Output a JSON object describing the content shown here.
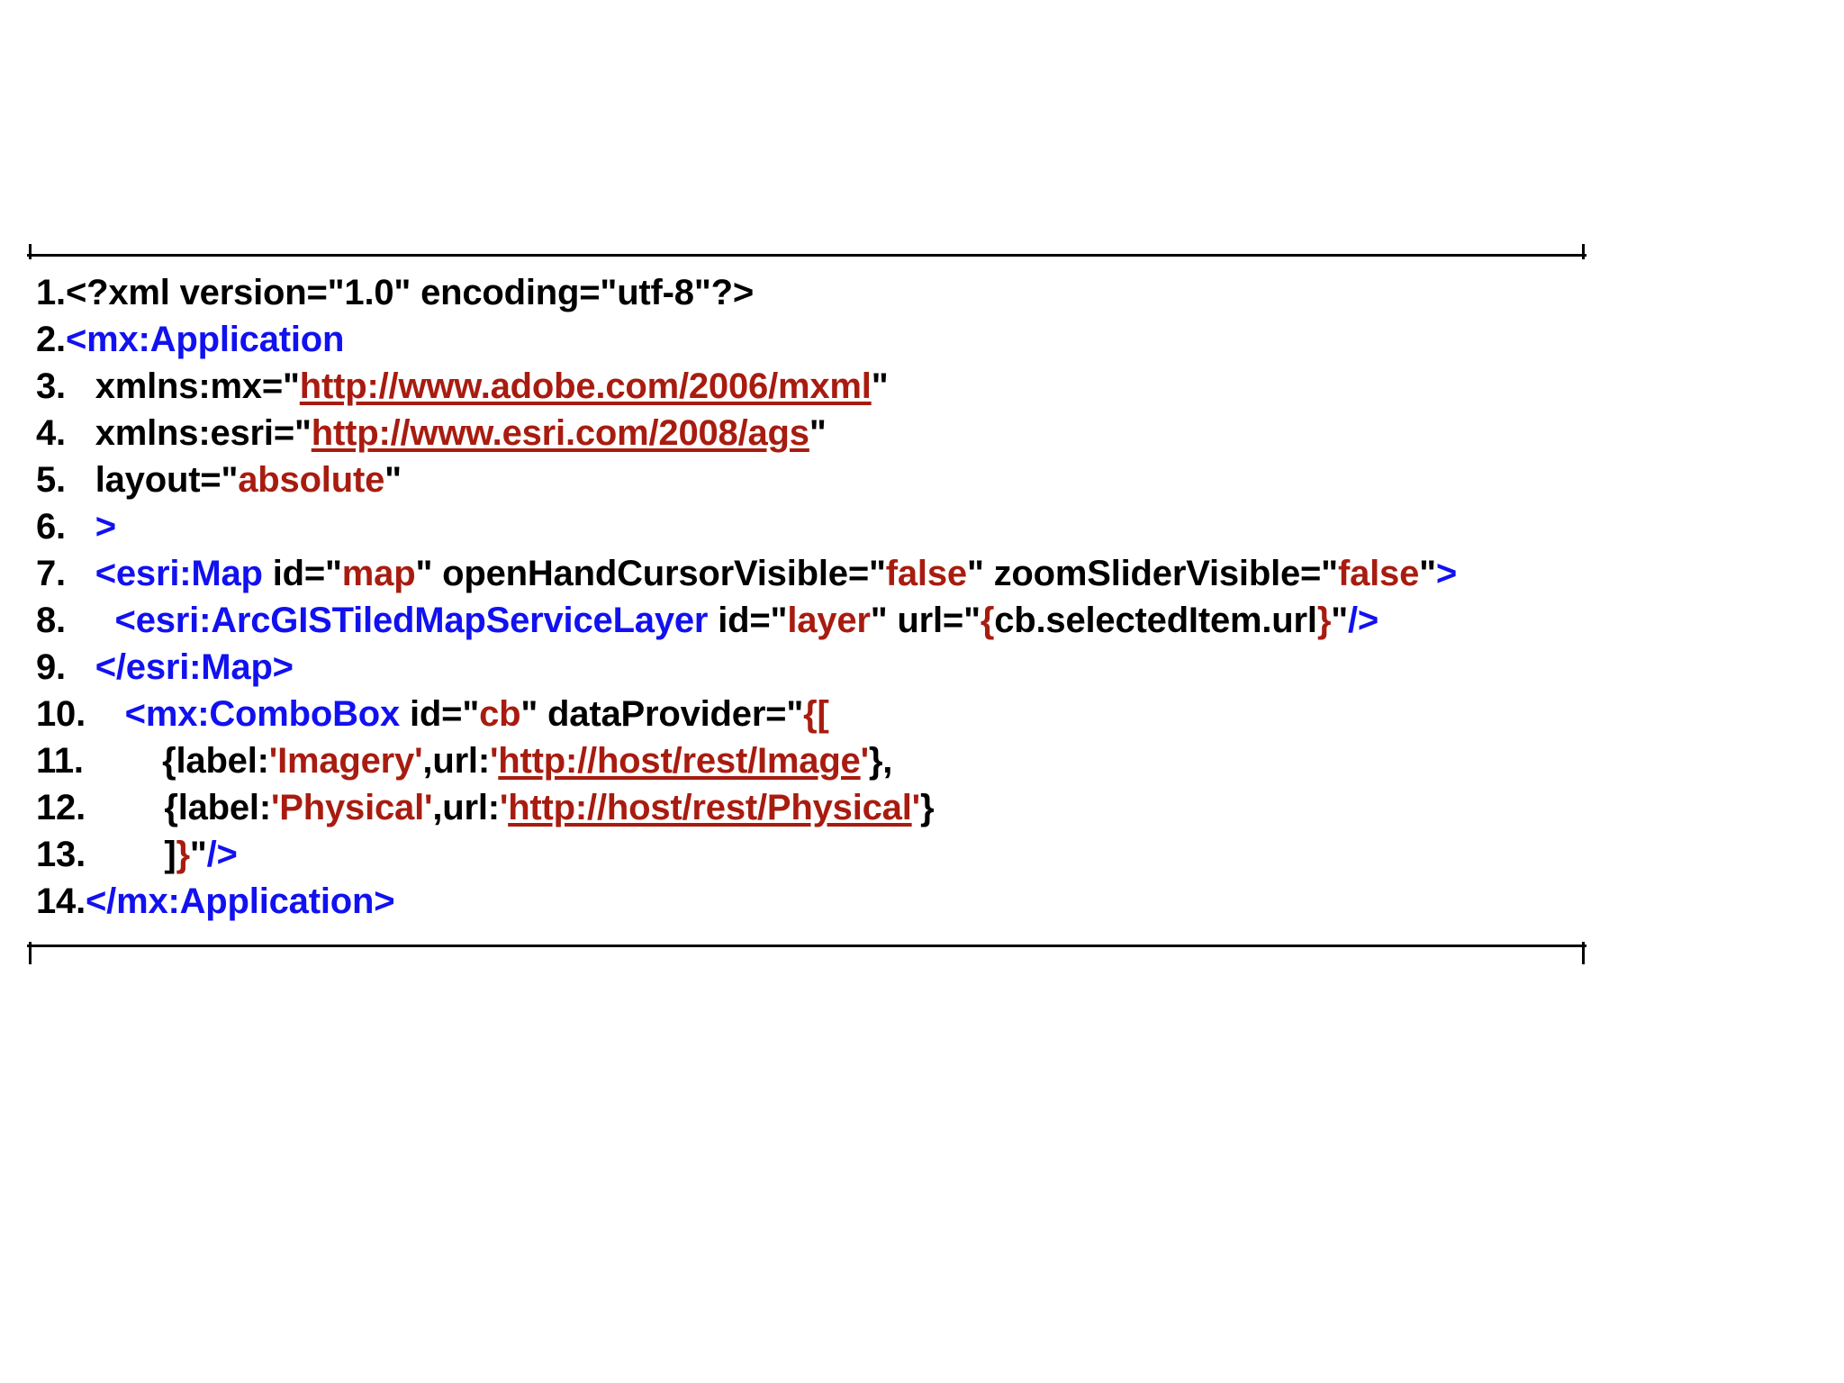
{
  "document": {
    "type": "code-listing",
    "language": "MXML",
    "colors": {
      "tag": "#1111f0",
      "attribute_value": "#a81c10",
      "url": "#a81c10",
      "plain_text": "#000000",
      "frame": "#000000",
      "background": "#ffffff"
    },
    "lines": [
      {
        "number": "1.",
        "indent": "",
        "tokens": [
          {
            "text": "<?xml version=\"1.0\" encoding=\"utf-8\"?>",
            "type": "plain"
          }
        ]
      },
      {
        "number": "2.",
        "indent": "",
        "tokens": [
          {
            "text": "<mx:Application",
            "type": "tag"
          }
        ]
      },
      {
        "number": "3.",
        "indent": "   ",
        "tokens": [
          {
            "text": "xmlns:mx=\"",
            "type": "plain"
          },
          {
            "text": "http://www.adobe.com/2006/mxml",
            "type": "url"
          },
          {
            "text": "\"",
            "type": "plain"
          }
        ]
      },
      {
        "number": "4.",
        "indent": "   ",
        "tokens": [
          {
            "text": "xmlns:esri=\"",
            "type": "plain"
          },
          {
            "text": "http://www.esri.com/2008/ags",
            "type": "url"
          },
          {
            "text": "\"",
            "type": "plain"
          }
        ]
      },
      {
        "number": "5.",
        "indent": "   ",
        "tokens": [
          {
            "text": "layout=\"",
            "type": "plain"
          },
          {
            "text": "absolute",
            "type": "attrval"
          },
          {
            "text": "\"",
            "type": "plain"
          }
        ]
      },
      {
        "number": "6.",
        "indent": "   ",
        "tokens": [
          {
            "text": ">",
            "type": "tag"
          }
        ]
      },
      {
        "number": "7.",
        "indent": "   ",
        "tokens": [
          {
            "text": "<esri:Map",
            "type": "tag"
          },
          {
            "text": " id=\"",
            "type": "plain"
          },
          {
            "text": "map",
            "type": "attrval"
          },
          {
            "text": "\" openHandCursorVisible=\"",
            "type": "plain"
          },
          {
            "text": "false",
            "type": "attrval"
          },
          {
            "text": "\" zoomSliderVisible=\"",
            "type": "plain"
          },
          {
            "text": "false",
            "type": "attrval"
          },
          {
            "text": "\"",
            "type": "plain"
          },
          {
            "text": ">",
            "type": "tag"
          }
        ]
      },
      {
        "number": "8.",
        "indent": "     ",
        "tokens": [
          {
            "text": "<esri:ArcGISTiledMapServiceLayer",
            "type": "tag"
          },
          {
            "text": " id=\"",
            "type": "plain"
          },
          {
            "text": "layer",
            "type": "attrval"
          },
          {
            "text": "\" url=\"",
            "type": "plain"
          },
          {
            "text": "{",
            "type": "brace"
          },
          {
            "text": "cb.selectedItem.url",
            "type": "plain"
          },
          {
            "text": "}",
            "type": "brace"
          },
          {
            "text": "\"",
            "type": "plain"
          },
          {
            "text": "/>",
            "type": "tag"
          }
        ]
      },
      {
        "number": "9.",
        "indent": "   ",
        "tokens": [
          {
            "text": "</esri:Map>",
            "type": "tag"
          }
        ]
      },
      {
        "number": "10.",
        "indent": "    ",
        "tokens": [
          {
            "text": "<mx:ComboBox",
            "type": "tag"
          },
          {
            "text": " id=\"",
            "type": "plain"
          },
          {
            "text": "cb",
            "type": "attrval"
          },
          {
            "text": "\" dataProvider=\"",
            "type": "plain"
          },
          {
            "text": "{[",
            "type": "brace"
          }
        ]
      },
      {
        "number": "11.",
        "indent": "        ",
        "tokens": [
          {
            "text": "{label:",
            "type": "plain"
          },
          {
            "text": "'Imagery'",
            "type": "attrval"
          },
          {
            "text": ",url:",
            "type": "plain"
          },
          {
            "text": "'",
            "type": "attrval"
          },
          {
            "text": "http://host/rest/Image",
            "type": "url"
          },
          {
            "text": "'",
            "type": "attrval"
          },
          {
            "text": "},",
            "type": "plain"
          }
        ]
      },
      {
        "number": "12.",
        "indent": "        ",
        "tokens": [
          {
            "text": "{label:",
            "type": "plain"
          },
          {
            "text": "'Physical'",
            "type": "attrval"
          },
          {
            "text": ",url:",
            "type": "plain"
          },
          {
            "text": "'",
            "type": "attrval"
          },
          {
            "text": "http://host/rest/Physical",
            "type": "url"
          },
          {
            "text": "'",
            "type": "attrval"
          },
          {
            "text": "}",
            "type": "plain"
          }
        ]
      },
      {
        "number": "13.",
        "indent": "        ",
        "tokens": [
          {
            "text": "]",
            "type": "plain"
          },
          {
            "text": "}",
            "type": "brace"
          },
          {
            "text": "\"",
            "type": "plain"
          },
          {
            "text": "/>",
            "type": "tag"
          }
        ]
      },
      {
        "number": "14.",
        "indent": "",
        "tokens": [
          {
            "text": "</mx:Application>",
            "type": "tag"
          }
        ]
      }
    ]
  }
}
